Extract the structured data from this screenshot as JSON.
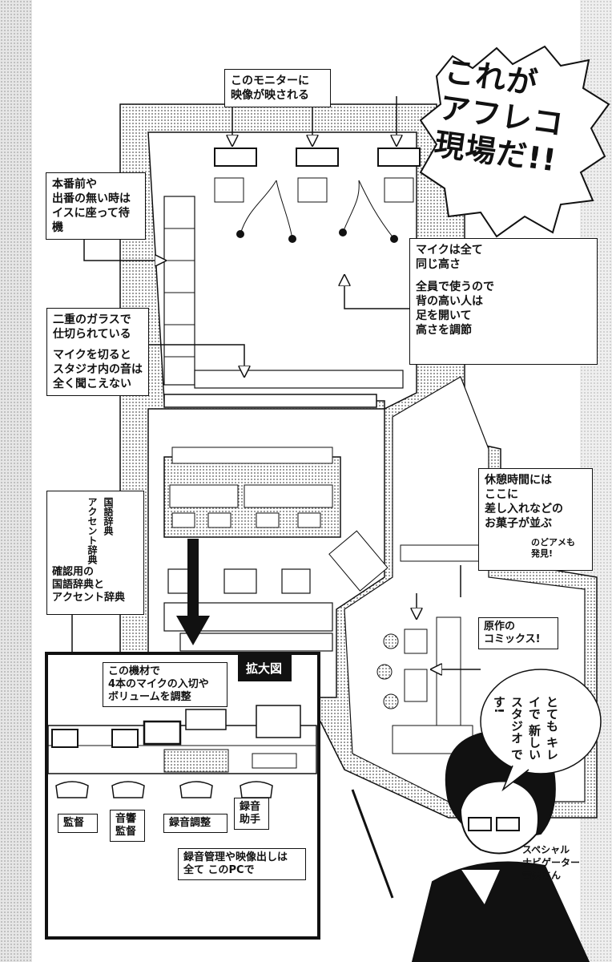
{
  "title": {
    "line1": "これが",
    "line2": "アフレコ",
    "line3": "現場だ!!"
  },
  "callouts": {
    "monitor": [
      "このモニターに",
      "映像が映される"
    ],
    "waiting": [
      "本番前や",
      "出番の無い時は",
      "イスに座って待機"
    ],
    "mic_height": [
      "マイクは全て",
      "同じ高さ"
    ],
    "mic_adjust": [
      "全員で使うので",
      "背の高い人は",
      "足を開いて",
      "高さを調節"
    ],
    "glass": [
      "二重のガラスで",
      "仕切られている"
    ],
    "soundproof": [
      "マイクを切ると",
      "スタジオ内の音は",
      "全く聞こえない"
    ],
    "snacks": [
      "休憩時間には",
      "ここに",
      "差し入れなどの",
      "お菓子が並ぶ"
    ],
    "nodoame": [
      "のどアメも",
      "発見!"
    ],
    "dictionary": [
      "確認用の",
      "国語辞典と",
      "アクセント辞典"
    ],
    "comics": [
      "原作の",
      "コミックス!"
    ],
    "mixer": [
      "この機材で",
      "4本のマイクの入切や",
      "ボリュームを調整"
    ],
    "enlarge": "拡大図",
    "director": "監督",
    "sound_director": [
      "音響",
      "監督"
    ],
    "recording_adjust": "録音調整",
    "recording_assistant": [
      "録音",
      "助手"
    ],
    "pc": [
      "録音管理や映像出しは",
      "全て このPCで"
    ],
    "navigator": [
      "スペシャル",
      "ナビゲーター",
      "雪男さん"
    ]
  },
  "speech_bubble": [
    "とても",
    "キレイで",
    "新しい",
    "スタジオ",
    "です!"
  ],
  "book_labels": {
    "accent": "アクセント辞典",
    "kokugo": "国語辞典"
  }
}
